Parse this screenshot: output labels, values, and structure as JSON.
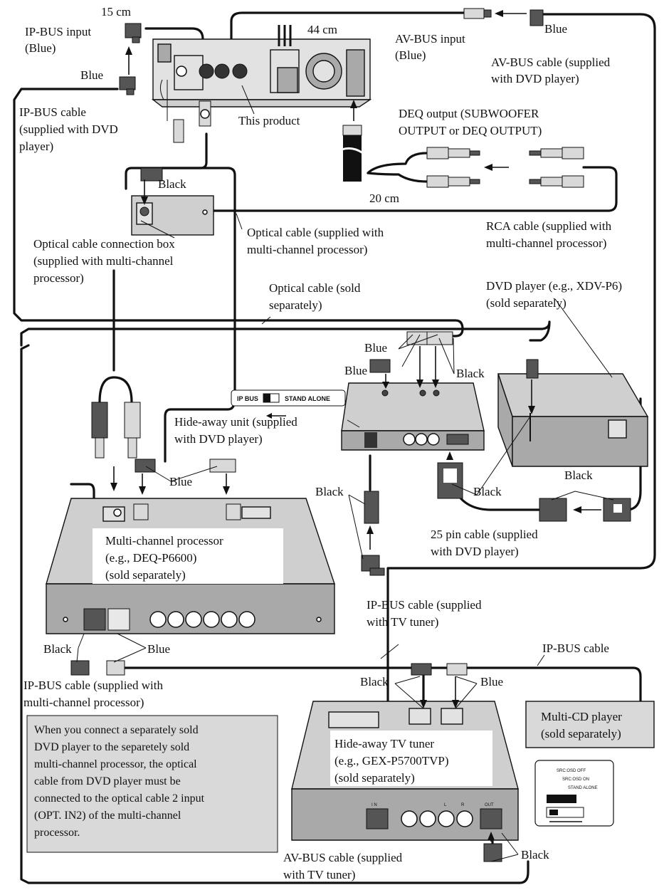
{
  "labels": {
    "cm15": "15 cm",
    "cm44": "44 cm",
    "cm20": "20 cm",
    "ipbus_input_1": "IP-BUS input",
    "ipbus_input_2": "(Blue)",
    "avbus_input_1": "AV-BUS input",
    "avbus_input_2": "(Blue)",
    "blue_top_right": "Blue",
    "avbus_cable_1": "AV-BUS cable (supplied",
    "avbus_cable_2": "with DVD player)",
    "blue_top_left": "Blue",
    "ipbus_cable_top_1": "IP-BUS cable",
    "ipbus_cable_top_2": "(supplied with DVD",
    "ipbus_cable_top_3": "player)",
    "this_product": "This product",
    "deq_output_1": "DEQ output (SUBWOOFER",
    "deq_output_2": "OUTPUT or DEQ OUTPUT)",
    "black_box": "Black",
    "optical_box_1": "Optical cable connection box",
    "optical_box_2": "(supplied with multi-channel",
    "optical_box_3": "processor)",
    "optical_cable_1": "Optical cable (supplied with",
    "optical_cable_2": "multi-channel processor)",
    "rca_cable_1": "RCA cable (supplied with",
    "rca_cable_2": "multi-channel processor)",
    "optical_sold_1": "Optical cable (sold",
    "optical_sold_2": "separately)",
    "dvd_player_1": "DVD player (e.g., XDV-P6)",
    "dvd_player_2": "(sold separately)",
    "blue_hide_1": "Blue",
    "blue_hide_2": "Blue",
    "black_hide": "Black",
    "switch_ipbus": "IP BUS",
    "switch_standalone": "STAND ALONE",
    "hideaway_1": "Hide-away unit (supplied",
    "hideaway_2": "with DVD player)",
    "blue_proc": "Blue",
    "black_25pin_a": "Black",
    "black_25pin_b": "Black",
    "black_left": "Black",
    "pin25_1": "25 pin cable (supplied",
    "pin25_2": "with DVD player)",
    "proc_1": "Multi-channel processor",
    "proc_2": "(e.g., DEQ-P6600)",
    "proc_3": "(sold separately)",
    "ipbus_tv_1": "IP-BUS cable (supplied",
    "ipbus_tv_2": "with TV tuner)",
    "black_proc_bottom": "Black",
    "blue_proc_bottom": "Blue",
    "ipbus_cable_right": "IP-BUS cable",
    "black_tv": "Black",
    "blue_tv": "Blue",
    "ipbus_proc_1": "IP-BUS cable (supplied with",
    "ipbus_proc_2": "multi-channel processor)",
    "multicd_1": "Multi-CD player",
    "multicd_2": "(sold separately)",
    "tv_1": "Hide-away TV tuner",
    "tv_2": "(e.g., GEX-P5700TVP)",
    "tv_3": "(sold separately)",
    "osd_off": "SRC:OSD OFF",
    "osd_on": "SRC:OSD ON",
    "stand_alone_sw": "STAND ALONE",
    "black_tv_bottom": "Black",
    "avbus_tv_1": "AV-BUS cable (supplied",
    "avbus_tv_2": "with TV tuner)"
  },
  "panel_labels": {
    "tv_in": "I N",
    "tv_l": "L",
    "tv_r": "R",
    "tv_out": "OUT"
  },
  "note": [
    "When you connect a separately sold",
    "DVD player to the separetely sold",
    "multi-channel processor, the optical",
    "cable from DVD player must be",
    "connected to the optical cable 2 input",
    "(OPT. IN2) of the multi-channel",
    "processor."
  ],
  "colors": {
    "line": "#111111",
    "device_fill": "#cfcfcf",
    "device_dark": "#a9a9a9",
    "note_fill": "#d9d9d9"
  }
}
